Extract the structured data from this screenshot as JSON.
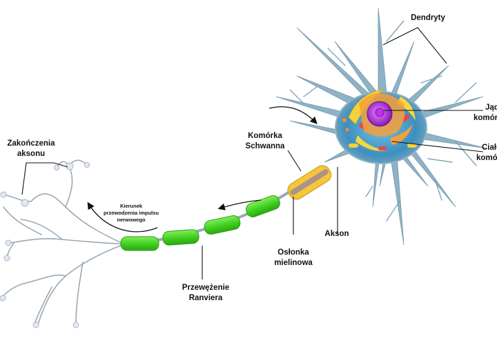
{
  "diagram": {
    "labels": {
      "dendrites": "Dendryty",
      "nucleus_line1": "Jądro",
      "nucleus_line2": "komórkowe",
      "cell_body_line1": "Ciało",
      "cell_body_line2": "komórki",
      "schwann_line1": "Komórka",
      "schwann_line2": "Schwanna",
      "axon": "Akson",
      "myelin_line1": "Osłonka",
      "myelin_line2": "mielinowa",
      "ranvier_line1": "Przewężenie",
      "ranvier_line2": "Ranviera",
      "terminals_line1": "Zakończenia",
      "terminals_line2": "aksonu",
      "direction_line1": "Kierunek",
      "direction_line2": "przewodzenia impulsu",
      "direction_line3": "nerwowego"
    },
    "colors": {
      "membrane": "#8fb3c6",
      "cytoplasm": "#4f9fcc",
      "nucleus": "#b02bd9",
      "myelin": "#4cdc27",
      "schwann_cell": "#f5c63a",
      "axon_line": "#9aa9b4",
      "label_text": "#111111"
    }
  }
}
